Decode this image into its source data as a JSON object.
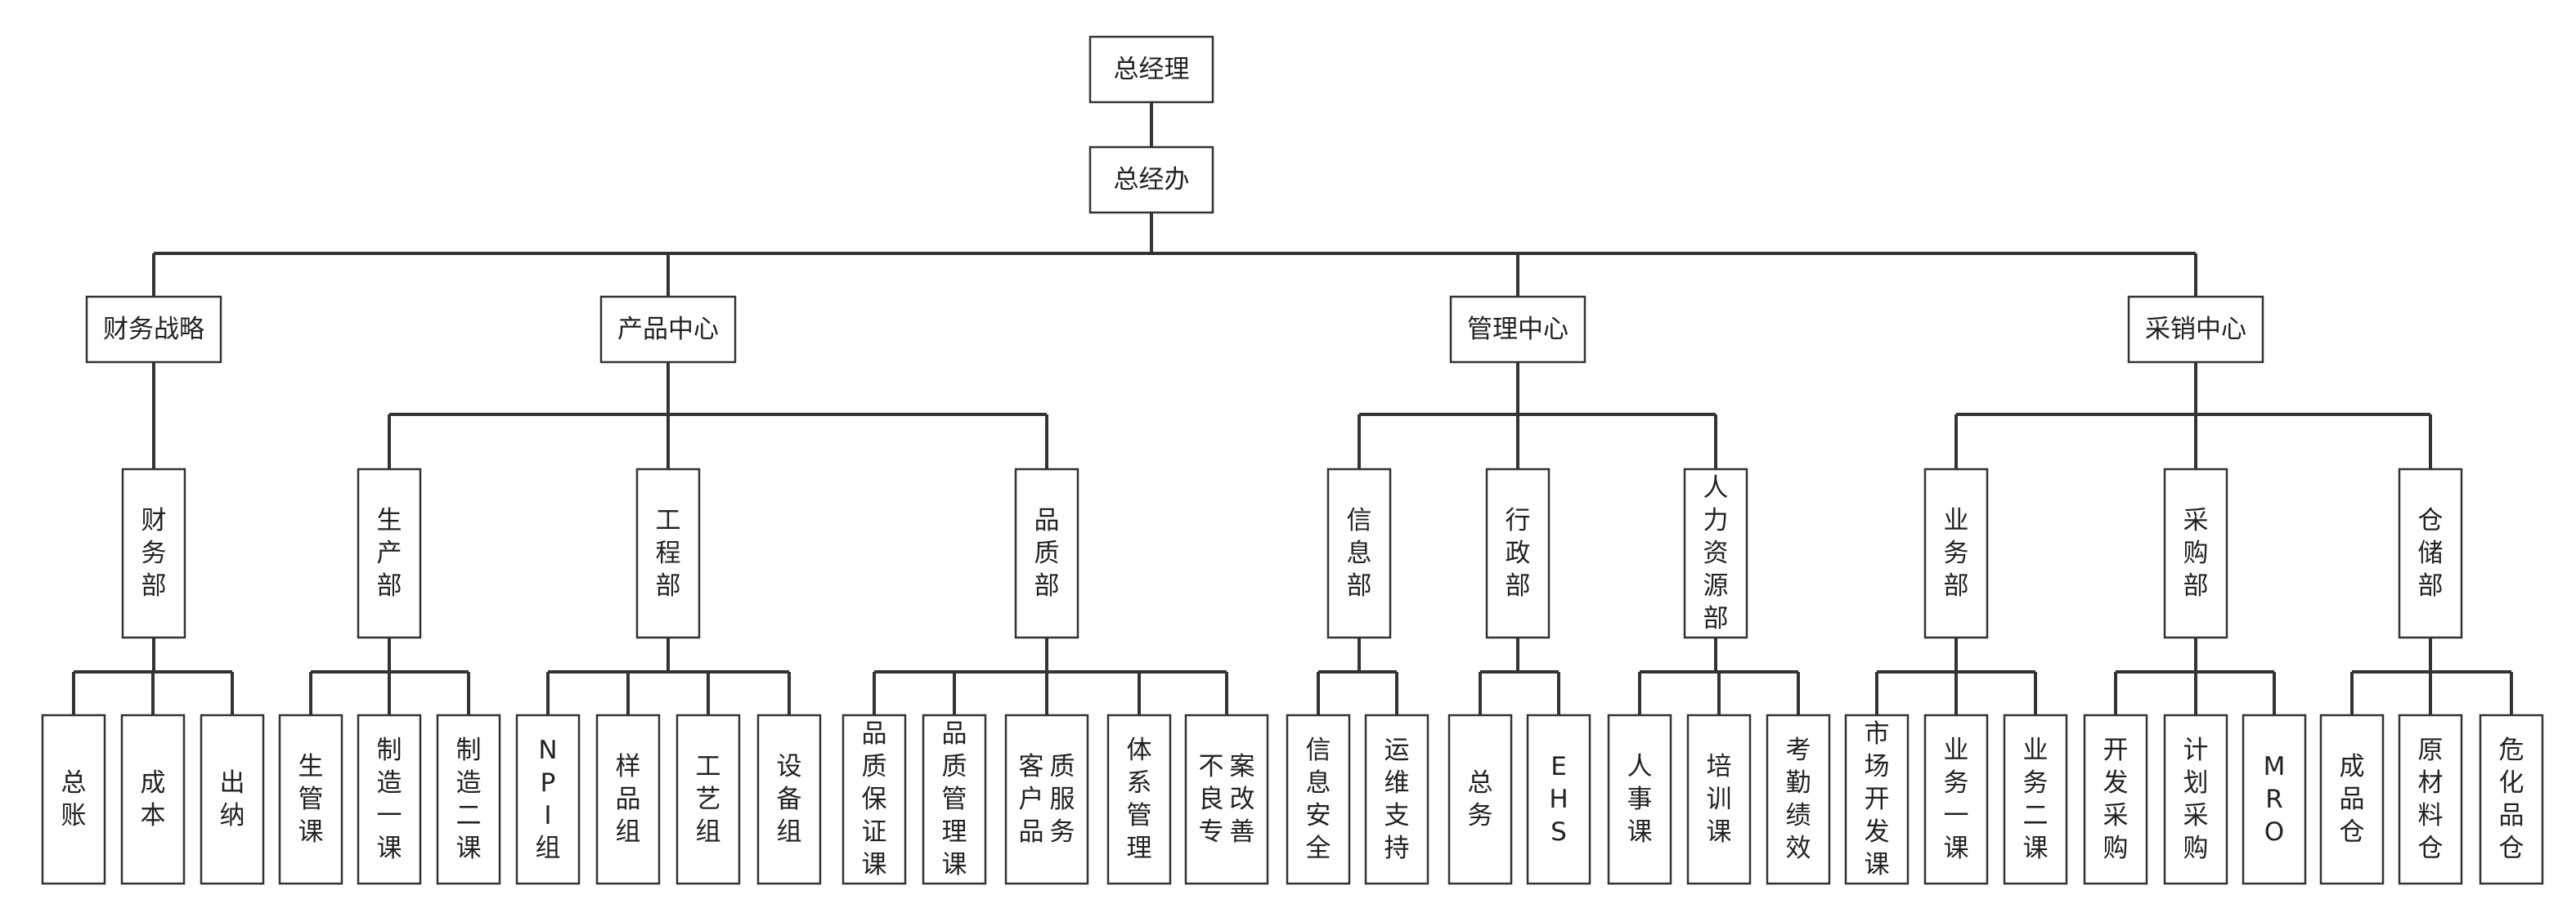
{
  "org": {
    "label": "总经理",
    "children": [
      {
        "label": "总经办",
        "children": [
          {
            "label": "财务战略",
            "children": [
              {
                "label": "财务部",
                "children": [
                  {
                    "label": "总账"
                  },
                  {
                    "label": "成本"
                  },
                  {
                    "label": "出纳"
                  }
                ]
              }
            ]
          },
          {
            "label": "产品中心",
            "children": [
              {
                "label": "生产部",
                "children": [
                  {
                    "label": "生管课"
                  },
                  {
                    "label": "制造一课"
                  },
                  {
                    "label": "制造二课"
                  }
                ]
              },
              {
                "label": "工程部",
                "children": [
                  {
                    "label": "NPI组"
                  },
                  {
                    "label": "样品组"
                  },
                  {
                    "label": "工艺组"
                  },
                  {
                    "label": "设备组"
                  }
                ]
              },
              {
                "label": "品质部",
                "children": [
                  {
                    "label": "品质保证课"
                  },
                  {
                    "label": "品质管理课"
                  },
                  {
                    "label": "客户品质服务"
                  },
                  {
                    "label": "体系管理"
                  },
                  {
                    "label": "不良专案改善"
                  }
                ]
              }
            ]
          },
          {
            "label": "管理中心",
            "children": [
              {
                "label": "信息部",
                "children": [
                  {
                    "label": "信息安全"
                  },
                  {
                    "label": "运维支持"
                  }
                ]
              },
              {
                "label": "行政部",
                "children": [
                  {
                    "label": "总务"
                  },
                  {
                    "label": "EHS"
                  }
                ]
              },
              {
                "label": "人力资源部",
                "children": [
                  {
                    "label": "人事课"
                  },
                  {
                    "label": "培训课"
                  },
                  {
                    "label": "考勤绩效"
                  }
                ]
              }
            ]
          },
          {
            "label": "采销中心",
            "children": [
              {
                "label": "业务部",
                "children": [
                  {
                    "label": "市场开发课"
                  },
                  {
                    "label": "业务一课"
                  },
                  {
                    "label": "业务二课"
                  }
                ]
              },
              {
                "label": "采购部",
                "children": [
                  {
                    "label": "开发采购"
                  },
                  {
                    "label": "计划采购"
                  },
                  {
                    "label": "MRO"
                  }
                ]
              },
              {
                "label": "仓储部",
                "children": [
                  {
                    "label": "成品仓"
                  },
                  {
                    "label": "原材料仓"
                  },
                  {
                    "label": "危化品仓"
                  }
                ]
              }
            ]
          }
        ]
      }
    ]
  }
}
